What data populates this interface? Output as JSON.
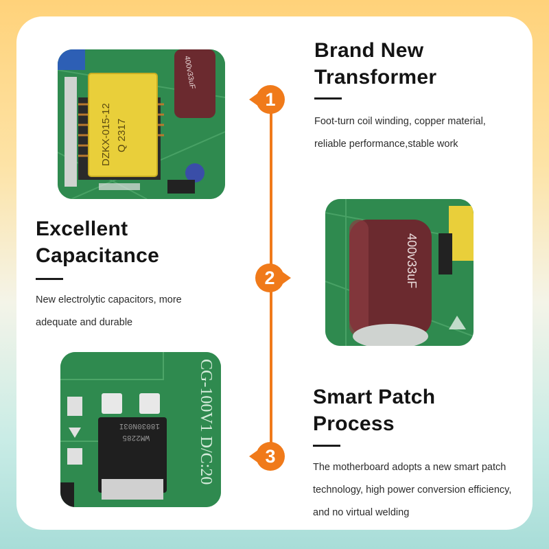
{
  "colors": {
    "accent": "#f07a1a",
    "heading": "#141414",
    "pcb_green": "#2f8a4f",
    "transformer_yellow": "#e9cf3a",
    "capacitor_brown": "#6b2a2f"
  },
  "sections": [
    {
      "number": "1",
      "title": "Brand New\nTransformer",
      "description": "Foot-turn coil winding, copper material, reliable performance,stable work",
      "photo_markings": {
        "transformer_label": "DZKX-015-12",
        "transformer_code": "Q 2317",
        "cap_label": "400v33uF"
      }
    },
    {
      "number": "2",
      "title": "Excellent\nCapacitance",
      "description": "New electrolytic capacitors, more adequate and durable",
      "photo_markings": {
        "cap_label": "400v33uF"
      }
    },
    {
      "number": "3",
      "title": "Smart Patch\nProcess",
      "description": "The motherboard adopts a new smart patch technology, high power conversion efficiency, and no virtual welding",
      "photo_markings": {
        "board_label": "CG-100V1 D/C:20",
        "chip_line1": "18030N03I",
        "chip_line2": "WM2285"
      }
    }
  ]
}
